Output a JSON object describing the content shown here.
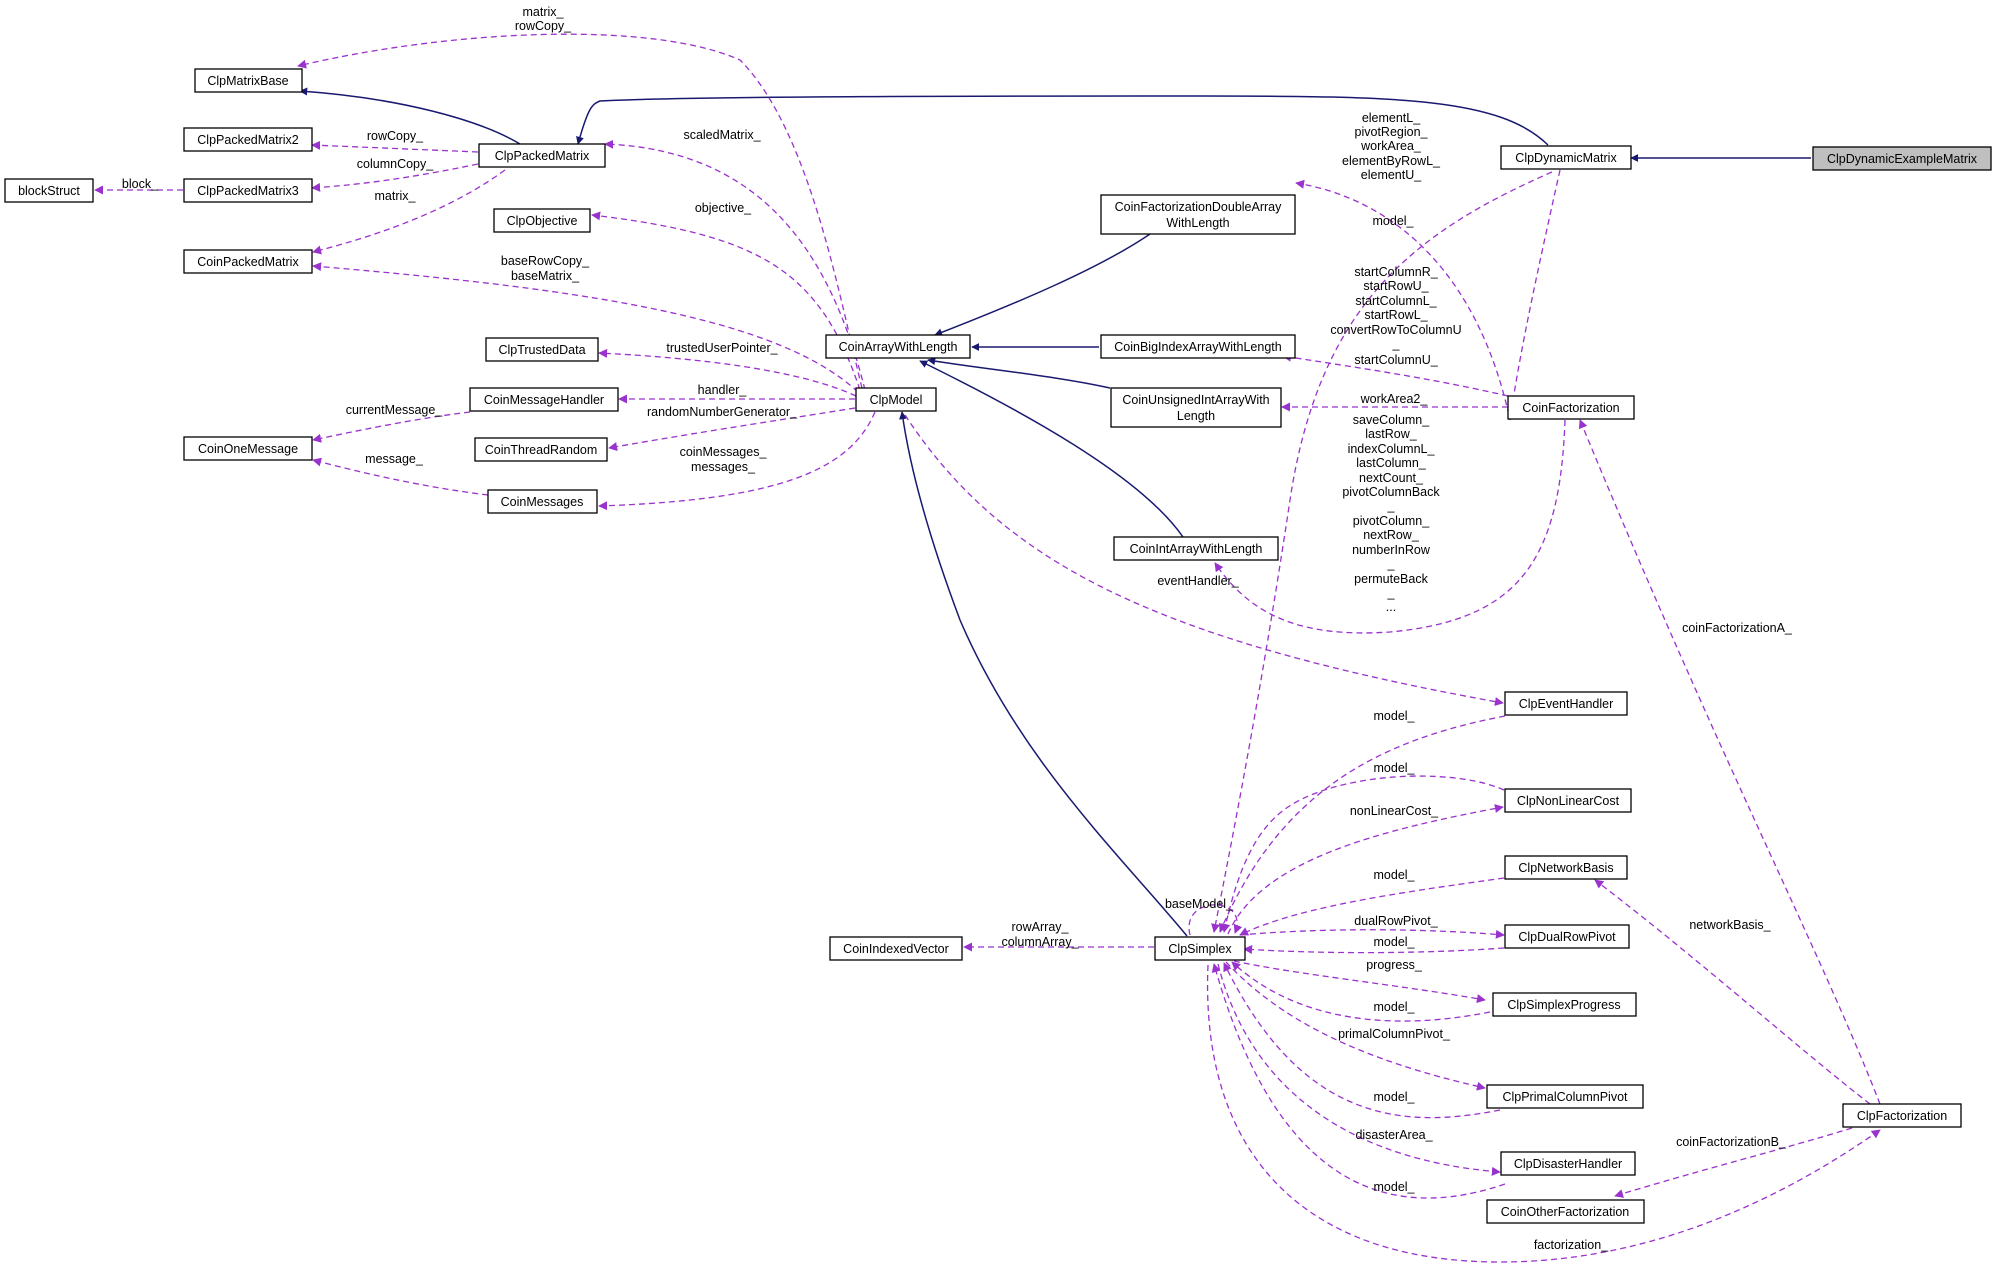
{
  "colors": {
    "inheritance": "#191970",
    "usage": "#9a32cd",
    "focus_fill": "#bfbfbf"
  },
  "nodes": {
    "ClpDynamicExampleMatrix": "ClpDynamicExampleMatrix",
    "ClpDynamicMatrix": "ClpDynamicMatrix",
    "ClpMatrixBase": "ClpMatrixBase",
    "ClpPackedMatrix": "ClpPackedMatrix",
    "ClpPackedMatrix2": "ClpPackedMatrix2",
    "ClpPackedMatrix3": "ClpPackedMatrix3",
    "blockStruct": "blockStruct",
    "CoinPackedMatrix": "CoinPackedMatrix",
    "ClpObjective": "ClpObjective",
    "ClpTrustedData": "ClpTrustedData",
    "CoinMessageHandler": "CoinMessageHandler",
    "CoinOneMessage": "CoinOneMessage",
    "CoinThreadRandom": "CoinThreadRandom",
    "CoinMessages": "CoinMessages",
    "CoinArrayWithLength": "CoinArrayWithLength",
    "ClpModel": "ClpModel",
    "CoinFactorizationDoubleArrayWithLength_1": "CoinFactorizationDoubleArray",
    "CoinFactorizationDoubleArrayWithLength_2": "WithLength",
    "CoinBigIndexArrayWithLength": "CoinBigIndexArrayWithLength",
    "CoinUnsignedIntArrayWithLength_1": "CoinUnsignedIntArrayWith",
    "CoinUnsignedIntArrayWithLength_2": "Length",
    "CoinIntArrayWithLength": "CoinIntArrayWithLength",
    "CoinFactorization": "CoinFactorization",
    "ClpEventHandler": "ClpEventHandler",
    "ClpNonLinearCost": "ClpNonLinearCost",
    "ClpNetworkBasis": "ClpNetworkBasis",
    "ClpDualRowPivot": "ClpDualRowPivot",
    "ClpSimplexProgress": "ClpSimplexProgress",
    "ClpPrimalColumnPivot": "ClpPrimalColumnPivot",
    "ClpDisasterHandler": "ClpDisasterHandler",
    "CoinOtherFactorization": "CoinOtherFactorization",
    "ClpFactorization": "ClpFactorization",
    "CoinIndexedVector": "CoinIndexedVector",
    "ClpSimplex": "ClpSimplex"
  },
  "edges": {
    "matrix_rowCopy_1": "matrix_",
    "matrix_rowCopy_2": "rowCopy_",
    "rowCopy": "rowCopy_",
    "columnCopy": "columnCopy_",
    "block": "block_",
    "matrix": "matrix_",
    "scaledMatrix": "scaledMatrix_",
    "objective": "objective_",
    "baseRowCopy_1": "baseRowCopy_",
    "baseRowCopy_2": "baseMatrix_",
    "trustedUserPointer": "trustedUserPointer_",
    "handler": "handler_",
    "randomNumberGenerator": "randomNumberGenerator_",
    "currentMessage": "currentMessage_",
    "message": "message_",
    "coinMessages_1": "coinMessages_",
    "coinMessages_2": "messages_",
    "elementL_1": "elementL_",
    "elementL_2": "pivotRegion_",
    "elementL_3": "workArea_",
    "elementL_4": "elementByRowL_",
    "elementL_5": "elementU_",
    "model_top": "model_",
    "startColumnR_1": "startColumnR_",
    "startColumnR_2": "startRowU_",
    "startColumnR_3": "startColumnL_",
    "startColumnR_4": "startRowL_",
    "startColumnR_5": "convertRowToColumnU",
    "startColumnR_6": "_",
    "startColumnR_7": "startColumnU_",
    "workArea2": "workArea2_",
    "saveColumn_1": "saveColumn_",
    "saveColumn_2": "lastRow_",
    "saveColumn_3": "indexColumnL_",
    "saveColumn_4": "lastColumn_",
    "saveColumn_5": "nextCount_",
    "saveColumn_6": "pivotColumnBack",
    "saveColumn_7": "_",
    "saveColumn_8": "pivotColumn_",
    "saveColumn_9": "nextRow_",
    "saveColumn_10": "numberInRow",
    "saveColumn_11": "_",
    "saveColumn_12": "permuteBack",
    "saveColumn_13": "_",
    "saveColumn_14": "...",
    "eventHandler": "eventHandler_",
    "coinFactorizationA": "coinFactorizationA_",
    "model_event": "model_",
    "model_nonlin": "model_",
    "nonLinearCost": "nonLinearCost_",
    "model_network": "model_",
    "baseModel": "baseModel_",
    "networkBasis": "networkBasis_",
    "rowArray_1": "rowArray_",
    "rowArray_2": "columnArray_",
    "dualRowPivot": "dualRowPivot_",
    "model_dual": "model_",
    "progress": "progress_",
    "model_progress": "model_",
    "primalColumnPivot": "primalColumnPivot_",
    "model_primal": "model_",
    "disasterArea": "disasterArea_",
    "model_disaster": "model_",
    "coinFactorizationB": "coinFactorizationB_",
    "factorization": "factorization_"
  }
}
